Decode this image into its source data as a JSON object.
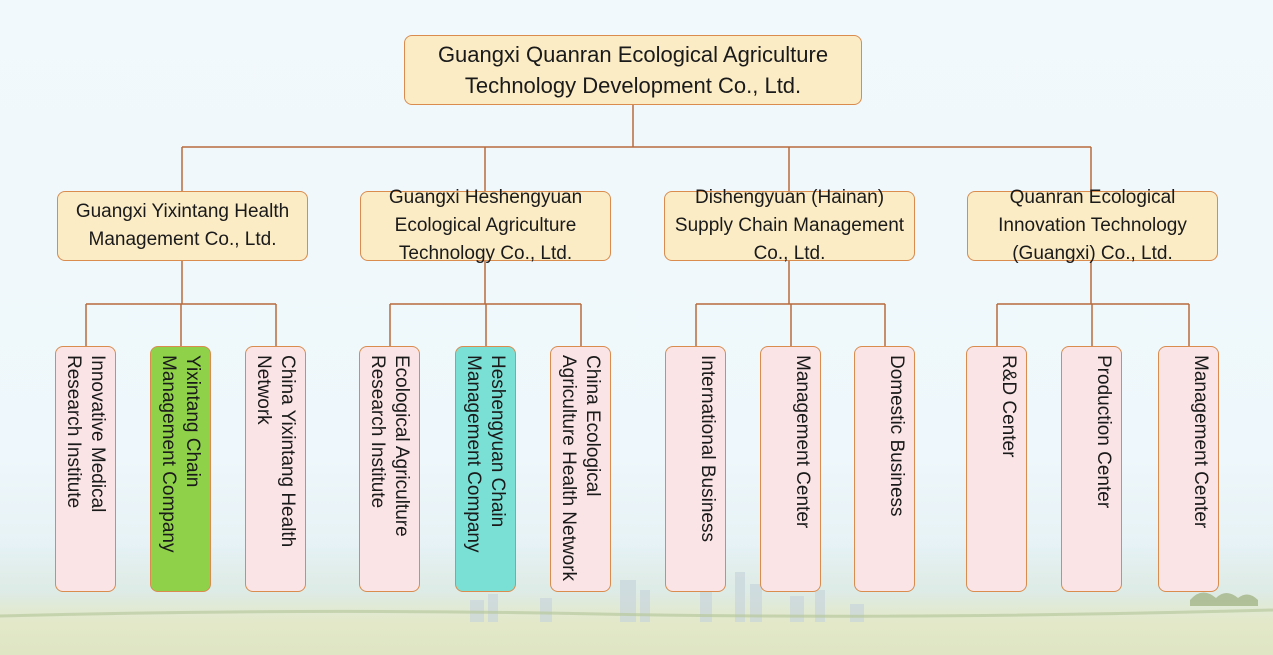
{
  "root": "Guangxi Quanran Ecological Agriculture Technology Development Co., Ltd.",
  "divisions": [
    {
      "name": "Guangxi Yixintang Health Management Co., Ltd.",
      "units": [
        {
          "label": "Innovative Medical Research Institute",
          "color": "#fae4e6"
        },
        {
          "label": "Yixintang Chain Management Company",
          "color": "#8fd24a"
        },
        {
          "label": "China Yixintang Health Network",
          "color": "#fae4e6"
        }
      ]
    },
    {
      "name": "Guangxi Heshengyuan Ecological Agriculture Technology Co., Ltd.",
      "units": [
        {
          "label": "Ecological Agriculture Research Institute",
          "color": "#fae4e6"
        },
        {
          "label": "Heshengyuan Chain Management Company",
          "color": "#7ae0d6"
        },
        {
          "label": "China Ecological Agriculture Health Network",
          "color": "#fae4e6"
        }
      ]
    },
    {
      "name": "Dishengyuan (Hainan) Supply Chain Management Co., Ltd.",
      "units": [
        {
          "label": "International Business",
          "color": "#fae4e6"
        },
        {
          "label": "Management Center",
          "color": "#fae4e6"
        },
        {
          "label": "Domestic Business",
          "color": "#fae4e6"
        }
      ]
    },
    {
      "name": "Quanran Ecological Innovation Technology (Guangxi) Co., Ltd.",
      "units": [
        {
          "label": "R&D Center",
          "color": "#fae4e6"
        },
        {
          "label": "Production Center",
          "color": "#fae4e6"
        },
        {
          "label": "Management Center",
          "color": "#fae4e6"
        }
      ]
    }
  ],
  "colors": {
    "connector": "#b86a3c",
    "box_fill": "#fbecc6",
    "box_border": "#d98c4e",
    "leaf_fill": "#fae4e6"
  }
}
